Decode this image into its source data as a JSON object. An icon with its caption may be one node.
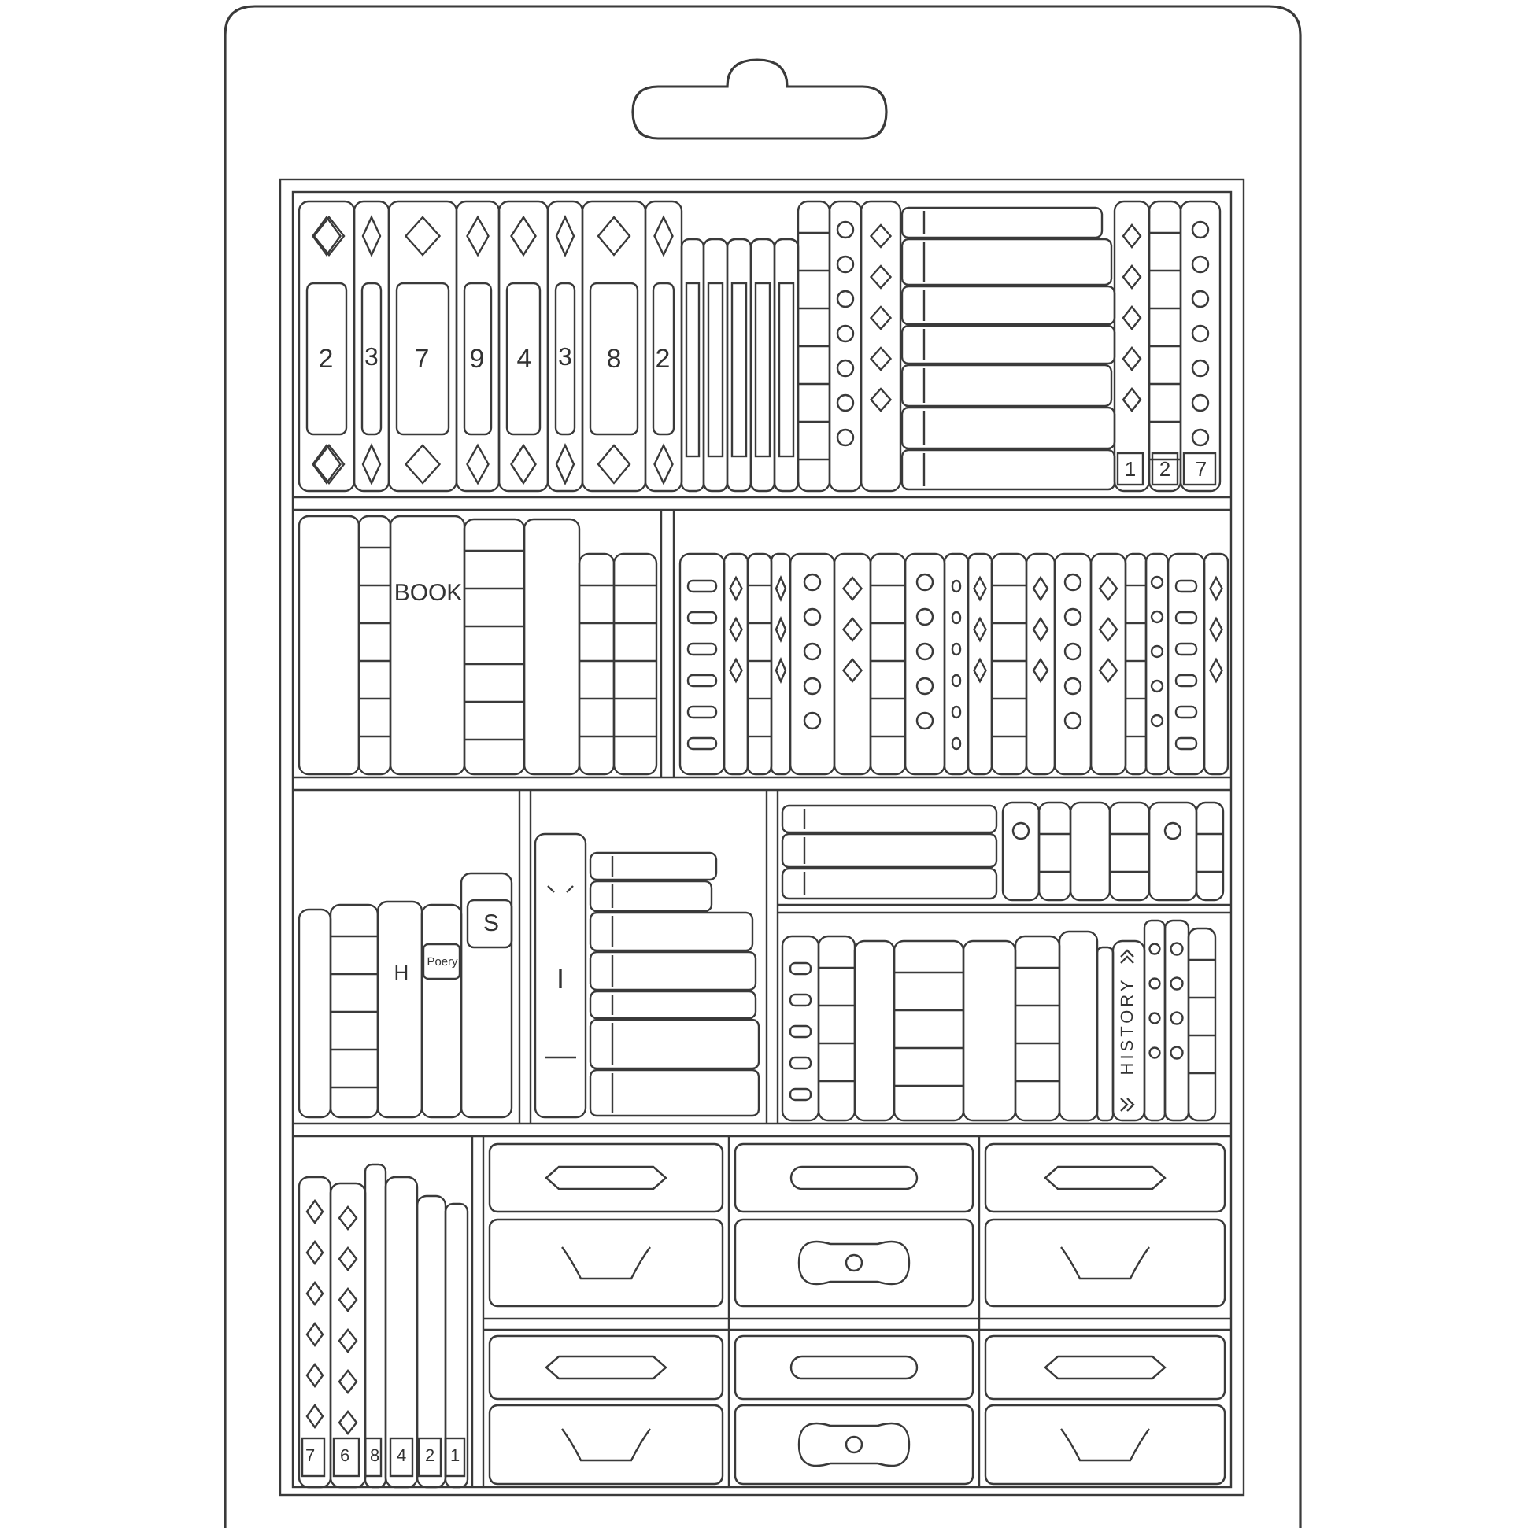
{
  "diagram": {
    "labels": [
      "2",
      "3",
      "7",
      "9",
      "4",
      "3",
      "8",
      "2",
      "1",
      "2",
      "7",
      "BOOK",
      "H",
      "Poery",
      "S",
      "I",
      "HISTORY",
      "7",
      "6",
      "8",
      "4",
      "2",
      "1"
    ]
  }
}
